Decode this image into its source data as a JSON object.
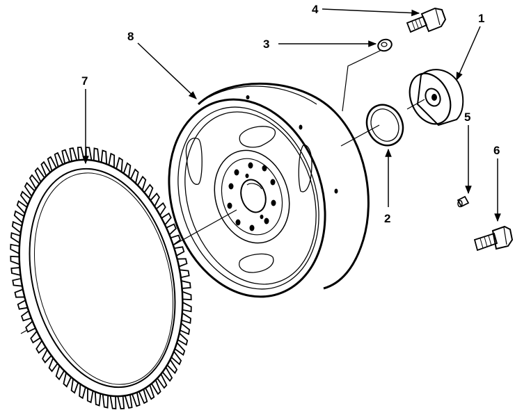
{
  "diagram": {
    "ink_color": "#000000",
    "background": "#ffffff",
    "callouts": [
      {
        "id": "c1",
        "label": "1"
      },
      {
        "id": "c2",
        "label": "2"
      },
      {
        "id": "c3",
        "label": "3"
      },
      {
        "id": "c4",
        "label": "4"
      },
      {
        "id": "c5",
        "label": "5"
      },
      {
        "id": "c6",
        "label": "6"
      },
      {
        "id": "c7",
        "label": "7"
      },
      {
        "id": "c8",
        "label": "8"
      }
    ],
    "ring_gear": {
      "teeth": 68
    }
  }
}
